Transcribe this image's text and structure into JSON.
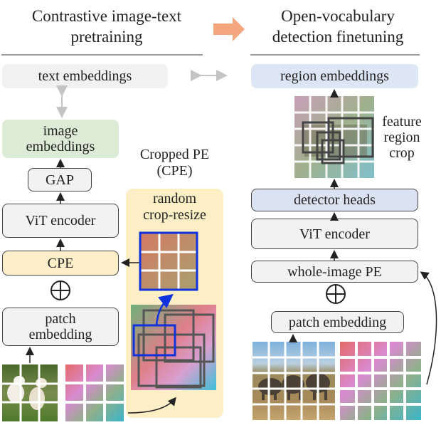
{
  "left": {
    "title_line1": "Contrastive image-text",
    "title_line2": "pretraining",
    "text_embeddings": "text embeddings",
    "image_embeddings_line1": "image",
    "image_embeddings_line2": "embeddings",
    "gap": "GAP",
    "vit_encoder": "ViT encoder",
    "cpe": "CPE",
    "patch_embedding_line1": "patch",
    "patch_embedding_line2": "embedding"
  },
  "middle": {
    "cropped_pe_line1": "Cropped PE",
    "cropped_pe_line2": "(CPE)",
    "random_crop_line1": "random",
    "random_crop_line2": "crop-resize"
  },
  "right": {
    "title_line1": "Open-vocabulary",
    "title_line2": "detection finetuning",
    "region_embeddings": "region embeddings",
    "feature_region_crop_line1": "feature",
    "feature_region_crop_line2": "region",
    "feature_region_crop_line3": "crop",
    "detector_heads": "detector heads",
    "vit_encoder": "ViT encoder",
    "whole_image_pe": "whole-image PE",
    "patch_embedding": "patch embedding"
  },
  "colors": {
    "arrow_orange": "#f4a77c",
    "cpe_panel": "#fcefc6",
    "cpe_box": "#fbeec9",
    "image_embeddings": "#dcebd6",
    "region_embeddings": "#dde6f4",
    "detector_heads": "#dbe3f2",
    "crop_blue": "#1133dd",
    "gray_fill": "#f1f1f1"
  }
}
